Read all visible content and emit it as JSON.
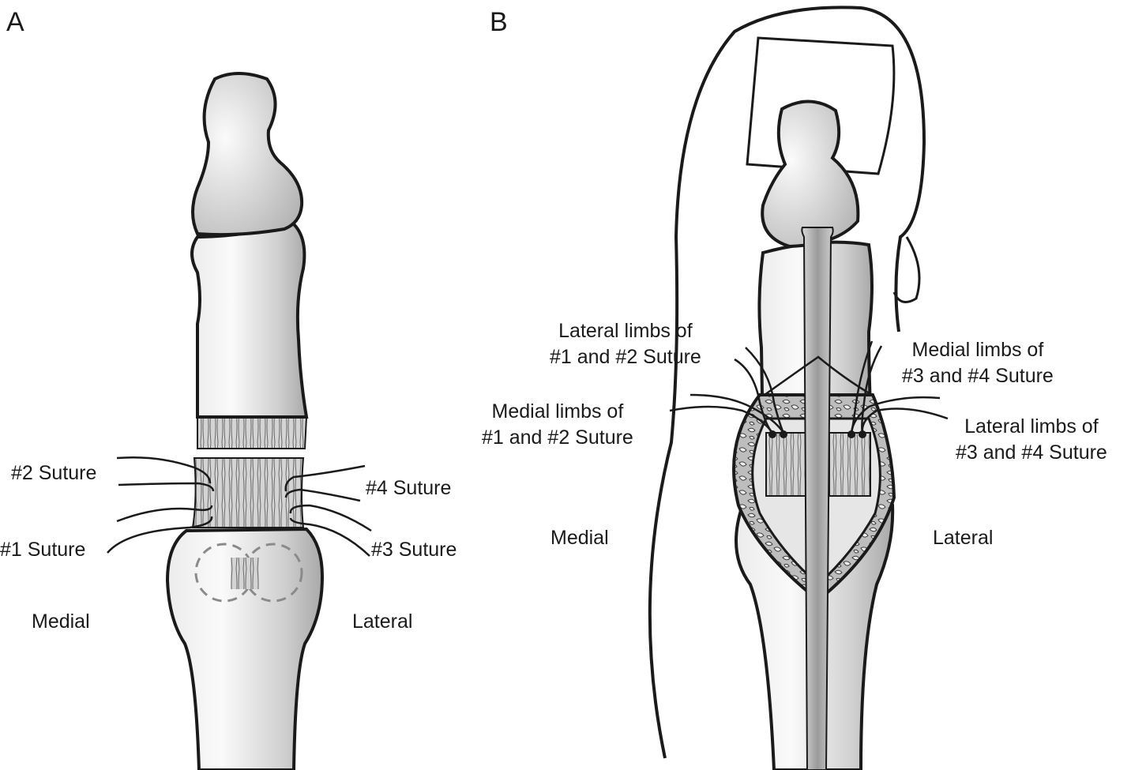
{
  "panels": {
    "a": {
      "letter": "A",
      "suture_2": "#2 Suture",
      "suture_1": "#1 Suture",
      "suture_4": "#4 Suture",
      "suture_3": "#3 Suture",
      "medial": "Medial",
      "lateral": "Lateral"
    },
    "b": {
      "letter": "B",
      "lateral_limbs_12": [
        "Lateral limbs of",
        "#1 and #2 Suture"
      ],
      "medial_limbs_12": [
        "Medial limbs of",
        "#1 and #2 Suture"
      ],
      "medial_limbs_34": [
        "Medial limbs of",
        "#3 and #4 Suture"
      ],
      "lateral_limbs_34": [
        "Lateral limbs of",
        "#3 and #4 Suture"
      ],
      "medial": "Medial",
      "lateral": "Lateral"
    }
  },
  "colors": {
    "line": "#1a1a1a",
    "bone_light": "#f2f2f2",
    "bone_dark": "#a8a8a8",
    "tendon": "#c8c8c8",
    "dashed": "#8a8a8a"
  }
}
